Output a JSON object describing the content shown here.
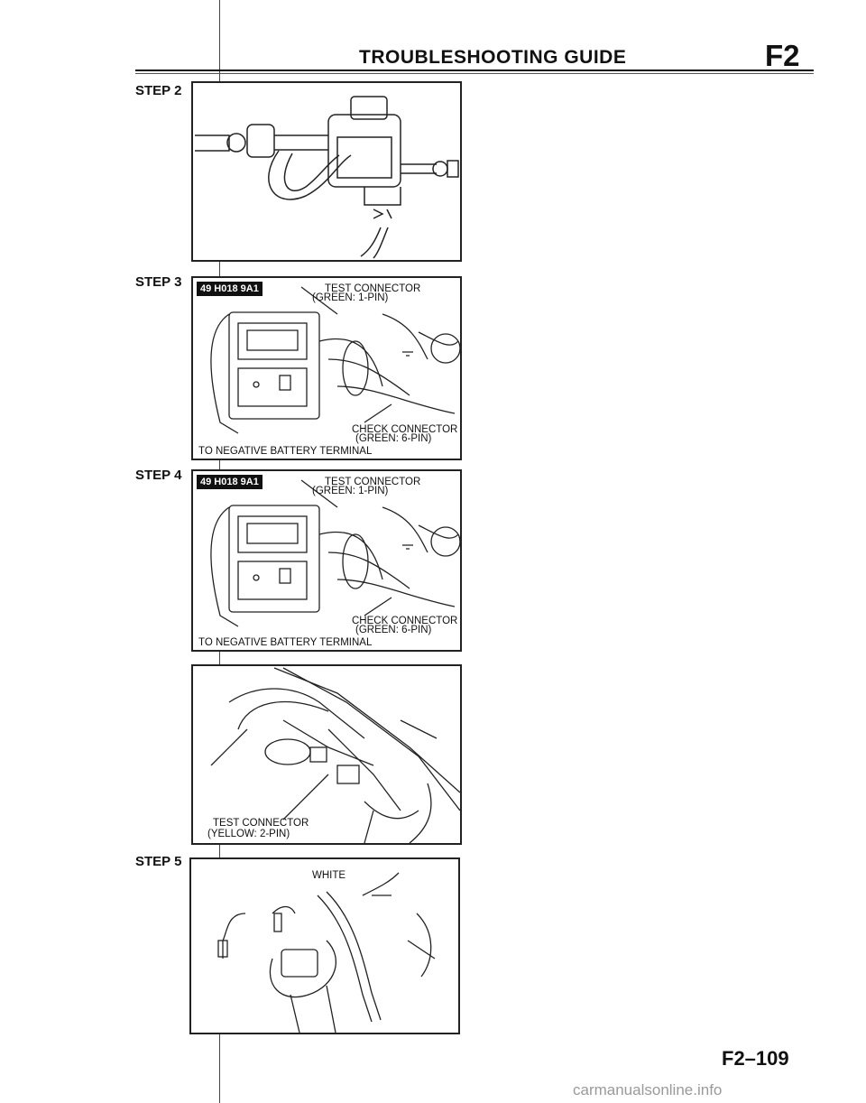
{
  "header": {
    "title": "TROUBLESHOOTING GUIDE",
    "section": "F2"
  },
  "steps": [
    {
      "label": "STEP 2"
    },
    {
      "label": "STEP 3",
      "tool_tag": "49 H018 9A1",
      "callouts": {
        "test_connector": "TEST CONNECTOR",
        "test_connector_spec": "(GREEN: 1-PIN)",
        "check_connector": "CHECK CONNECTOR",
        "check_connector_spec": "(GREEN: 6-PIN)",
        "battery": "TO NEGATIVE BATTERY TERMINAL"
      }
    },
    {
      "label": "STEP 4",
      "tool_tag": "49 H018 9A1",
      "callouts": {
        "test_connector": "TEST CONNECTOR",
        "test_connector_spec": "(GREEN: 1-PIN)",
        "check_connector": "CHECK CONNECTOR",
        "check_connector_spec": "(GREEN: 6-PIN)",
        "battery": "TO NEGATIVE BATTERY TERMINAL"
      },
      "detail_callouts": {
        "test_connector": "TEST CONNECTOR",
        "test_connector_spec": "(YELLOW: 2-PIN)"
      }
    },
    {
      "label": "STEP 5",
      "callouts": {
        "wire": "WHITE"
      }
    }
  ],
  "footer": {
    "page_number": "F2–109",
    "watermark": "carmanualsonline.info"
  }
}
